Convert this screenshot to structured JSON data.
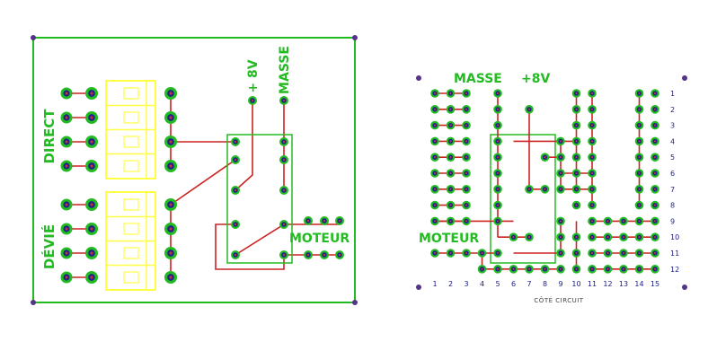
{
  "left_board": {
    "labels": {
      "direct": "DIRECT",
      "devie": "DÉVIÉ",
      "plus8v": "+ 8V",
      "masse": "MASSE",
      "moteur": "MOTEUR"
    }
  },
  "right_board": {
    "labels": {
      "masse": "MASSE",
      "plus8v": "+8V",
      "moteur": "MOTEUR",
      "caption": "CÔTÉ CIRCUIT"
    },
    "col_numbers": [
      "1",
      "2",
      "3",
      "4",
      "5",
      "6",
      "7",
      "8",
      "9",
      "10",
      "11",
      "12",
      "13",
      "14",
      "15"
    ],
    "row_numbers": [
      "1",
      "2",
      "3",
      "4",
      "5",
      "6",
      "7",
      "8",
      "9",
      "10",
      "11",
      "12"
    ]
  },
  "colors": {
    "board_outline": "#22bb22",
    "pad_ring": "#22bb22",
    "pad_center": "#222288",
    "pad_dot": "#cc3333",
    "track": "#cc2222",
    "relay_outline": "#ffff44",
    "corner_marker": "#553388",
    "label_green": "#22bb22",
    "number_text": "#1a1a88"
  }
}
